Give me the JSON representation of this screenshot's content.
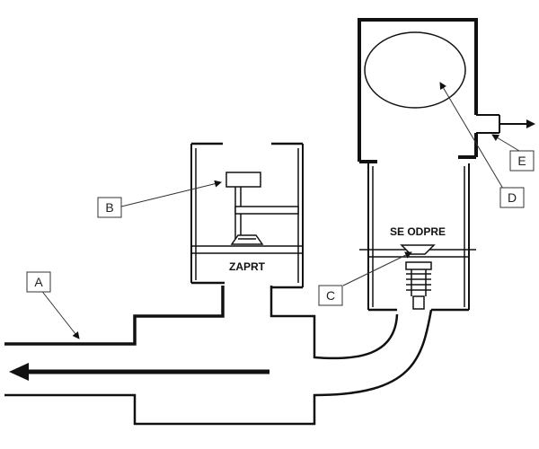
{
  "labels": {
    "A": "A",
    "B": "B",
    "C": "C",
    "D": "D",
    "E": "E"
  },
  "states": {
    "left_valve": "ZAPRT",
    "right_valve": "SE ODPRE"
  },
  "colors": {
    "line": "#111111",
    "label_box_fill": "#ffffff",
    "background": "#ffffff"
  }
}
